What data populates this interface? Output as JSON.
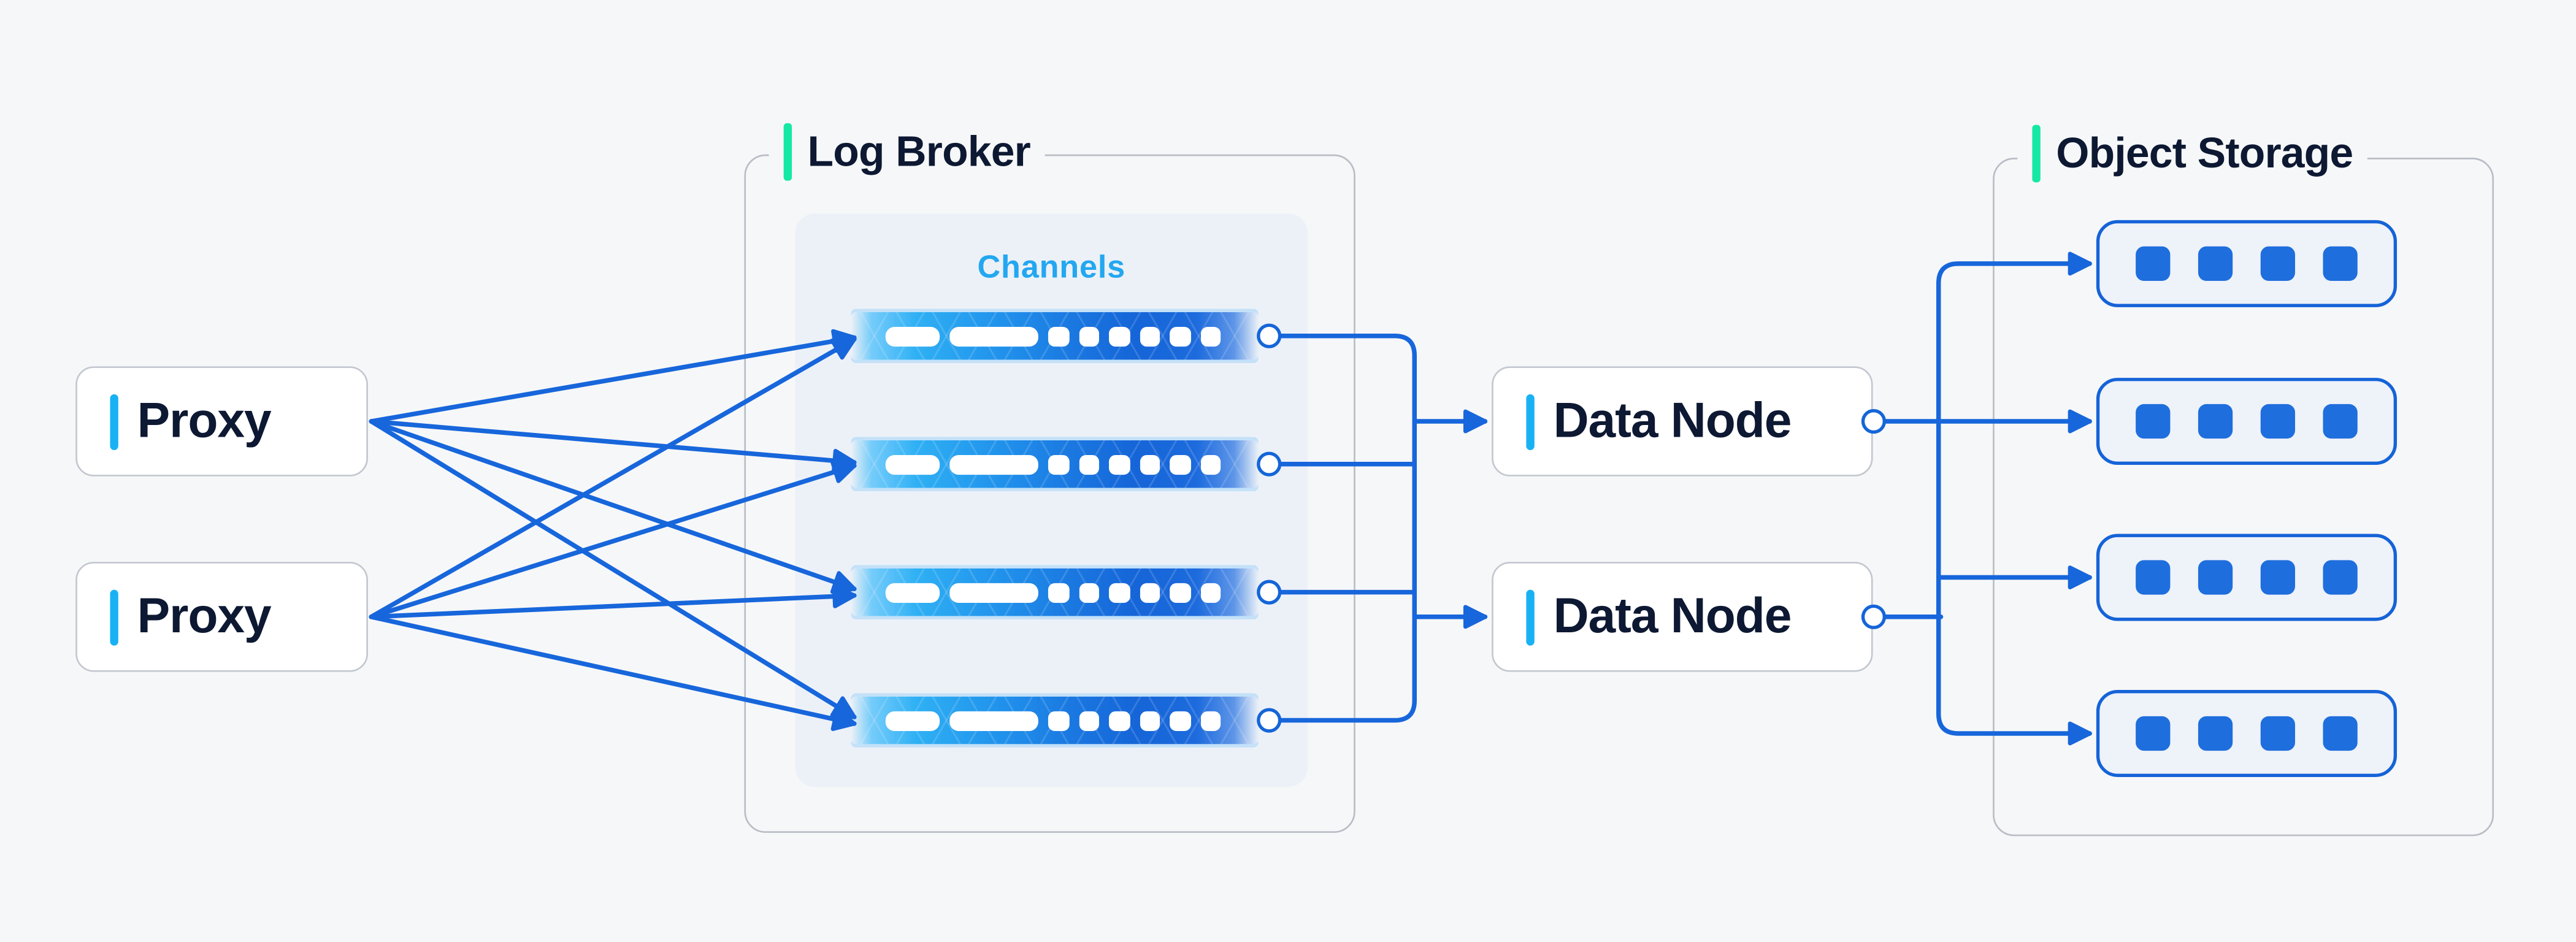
{
  "diagram": {
    "background_color": "#f6f7f8",
    "line_color": "#1766db",
    "accent_cyan": "#18b2f4",
    "accent_green": "#15e8a4",
    "text_color": "#0d1832",
    "proxies": [
      {
        "label": "Proxy"
      },
      {
        "label": "Proxy"
      }
    ],
    "log_broker": {
      "title": "Log Broker",
      "channels_heading": "Channels",
      "channel_count": 4
    },
    "data_nodes": [
      {
        "label": "Data Node"
      },
      {
        "label": "Data Node"
      }
    ],
    "object_storage": {
      "title": "Object Storage",
      "unit_count": 4,
      "blocks_per_unit": 4
    }
  }
}
